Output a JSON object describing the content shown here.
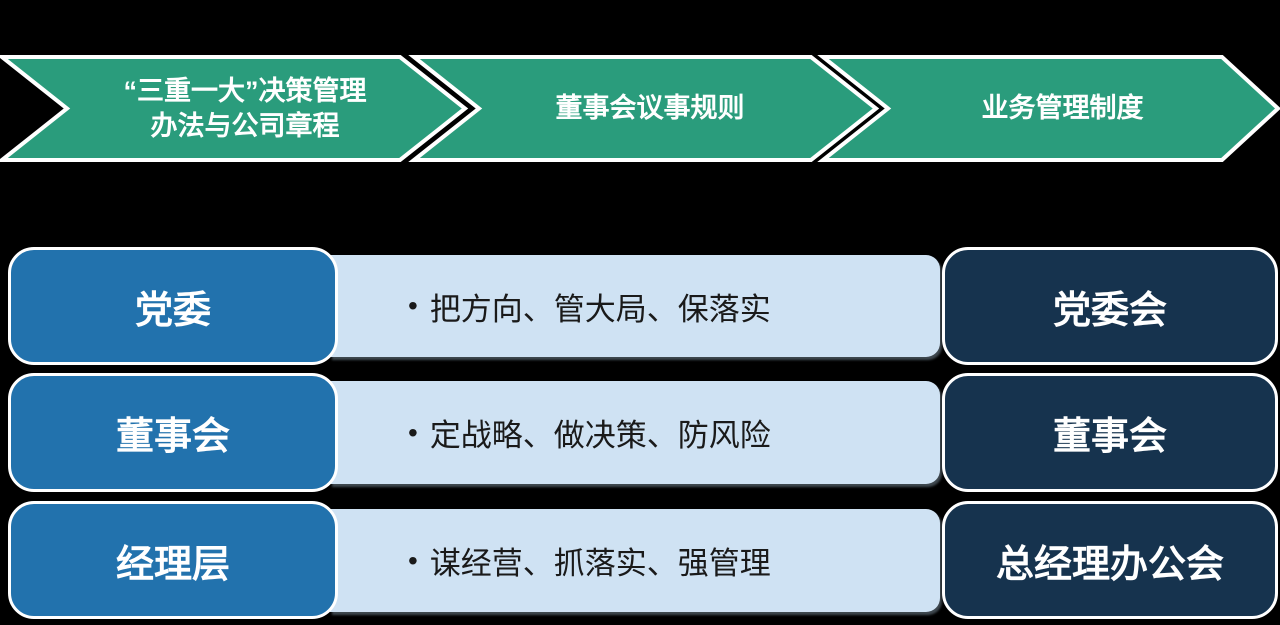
{
  "colors": {
    "background": "#000000",
    "arrow_green": "#2a9c7c",
    "left_box_blue": "#2272ad",
    "middle_box_light_blue": "#cfe2f3",
    "right_box_navy": "#16334e",
    "text_white": "#ffffff",
    "text_dark": "#1a1a1a"
  },
  "arrows": [
    {
      "line1": "“三重一大”决策管理",
      "line2": "办法与公司章程"
    },
    {
      "line1": "董事会议事规则",
      "line2": ""
    },
    {
      "line1": "业务管理制度",
      "line2": ""
    }
  ],
  "rows": [
    {
      "left": "党委",
      "bullet": "•",
      "middle": "把方向、管大局、保落实",
      "right": "党委会"
    },
    {
      "left": "董事会",
      "bullet": "•",
      "middle": "定战略、做决策、防风险",
      "right": "董事会"
    },
    {
      "left": "经理层",
      "bullet": "•",
      "middle": "谋经营、抓落实、强管理",
      "right": "总经理办公会"
    }
  ]
}
